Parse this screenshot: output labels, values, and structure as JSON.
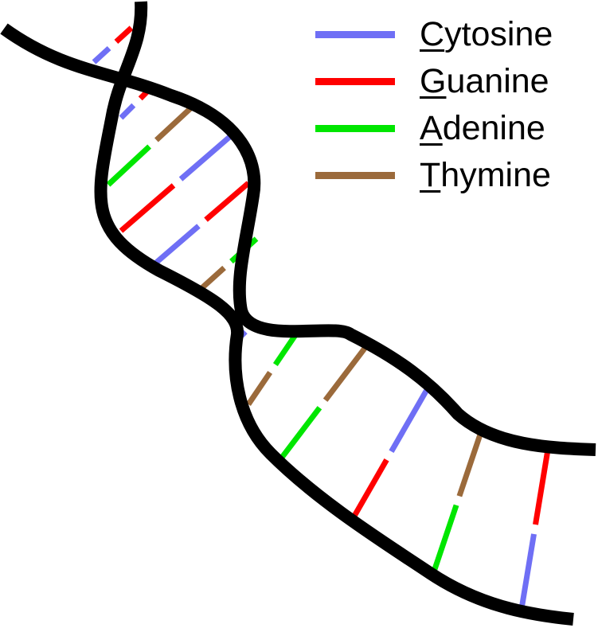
{
  "colors": {
    "backbone": "#000000",
    "cytosine": "#6f6ff5",
    "guanine": "#ff0000",
    "adenine": "#00e600",
    "thymine": "#9b6a3b"
  },
  "legend": [
    {
      "key": "cytosine",
      "initial": "C",
      "rest": "ytosine"
    },
    {
      "key": "guanine",
      "initial": "G",
      "rest": "uanine"
    },
    {
      "key": "adenine",
      "initial": "A",
      "rest": "denine"
    },
    {
      "key": "thymine",
      "initial": "T",
      "rest": "hymine"
    }
  ],
  "base_pairs": [
    [
      "cytosine",
      "guanine"
    ],
    [
      "cytosine",
      "guanine"
    ],
    [
      "adenine",
      "thymine"
    ],
    [
      "guanine",
      "cytosine"
    ],
    [
      "cytosine",
      "guanine"
    ],
    [
      "thymine",
      "adenine"
    ],
    [
      "cytosine",
      "guanine"
    ],
    [
      "thymine",
      "adenine"
    ],
    [
      "adenine",
      "thymine"
    ],
    [
      "guanine",
      "cytosine"
    ],
    [
      "adenine",
      "thymine"
    ],
    [
      "cytosine",
      "guanine"
    ]
  ]
}
